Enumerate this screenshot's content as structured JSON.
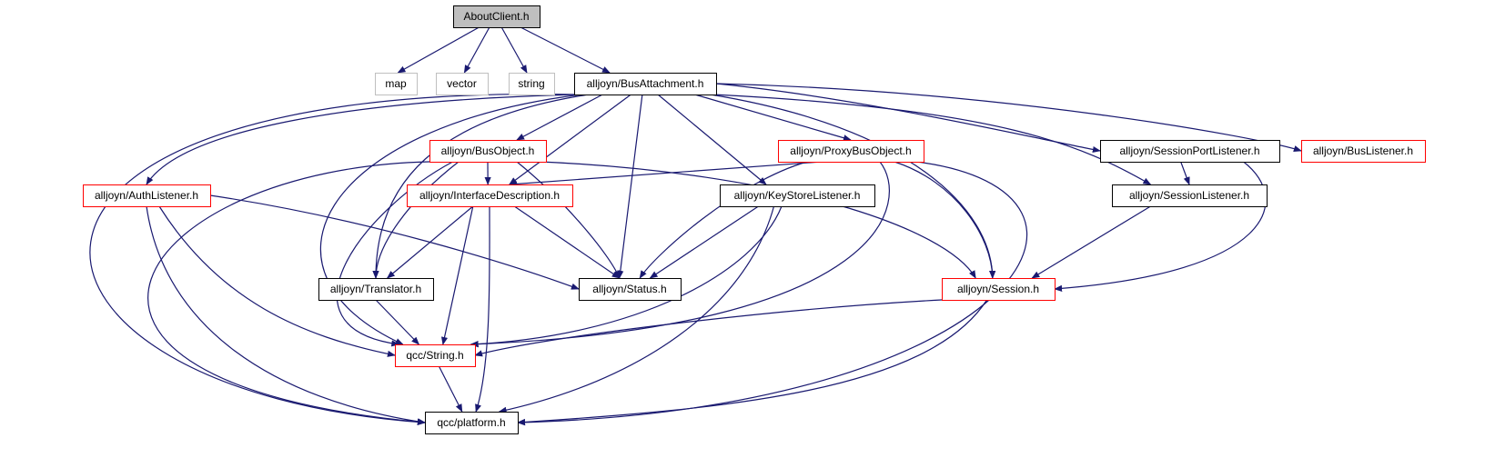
{
  "graph": {
    "colors": {
      "edge": "#191970",
      "root_fill": "#bfbfbf",
      "border_default": "#000000",
      "border_truncated": "#ff0000",
      "border_external": "#bfbfbf"
    },
    "nodes": [
      {
        "id": "aboutclient",
        "label": "AboutClient.h",
        "kind": "root"
      },
      {
        "id": "map",
        "label": "map",
        "kind": "external"
      },
      {
        "id": "vector",
        "label": "vector",
        "kind": "external"
      },
      {
        "id": "string",
        "label": "string",
        "kind": "external"
      },
      {
        "id": "busattachment",
        "label": "alljoyn/BusAttachment.h",
        "kind": "default"
      },
      {
        "id": "busobject",
        "label": "alljoyn/BusObject.h",
        "kind": "truncated"
      },
      {
        "id": "proxybusobject",
        "label": "alljoyn/ProxyBusObject.h",
        "kind": "truncated"
      },
      {
        "id": "sessionportlistener",
        "label": "alljoyn/SessionPortListener.h",
        "kind": "default"
      },
      {
        "id": "buslistener",
        "label": "alljoyn/BusListener.h",
        "kind": "truncated"
      },
      {
        "id": "authlistener",
        "label": "alljoyn/AuthListener.h",
        "kind": "truncated"
      },
      {
        "id": "interfacedescription",
        "label": "alljoyn/InterfaceDescription.h",
        "kind": "truncated"
      },
      {
        "id": "keystorelistener",
        "label": "alljoyn/KeyStoreListener.h",
        "kind": "default"
      },
      {
        "id": "sessionlistener",
        "label": "alljoyn/SessionListener.h",
        "kind": "default"
      },
      {
        "id": "translator",
        "label": "alljoyn/Translator.h",
        "kind": "default"
      },
      {
        "id": "status",
        "label": "alljoyn/Status.h",
        "kind": "default"
      },
      {
        "id": "session",
        "label": "alljoyn/Session.h",
        "kind": "truncated"
      },
      {
        "id": "qccstring",
        "label": "qcc/String.h",
        "kind": "truncated"
      },
      {
        "id": "platform",
        "label": "qcc/platform.h",
        "kind": "default"
      }
    ]
  }
}
